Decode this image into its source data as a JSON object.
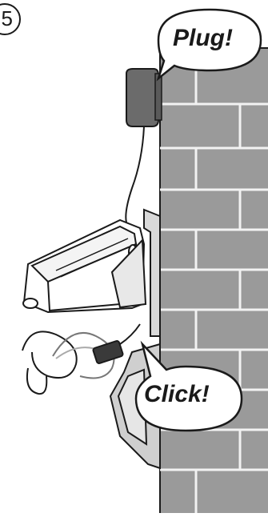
{
  "step": {
    "number": "5"
  },
  "callouts": {
    "plug": "Plug!",
    "click": "Click!"
  },
  "colors": {
    "wall_fill": "#9a9a9a",
    "mortar": "#ffffff",
    "outline": "#1a1a1a",
    "adapter": "#6b6b6b",
    "bubble_fill": "#ffffff"
  }
}
